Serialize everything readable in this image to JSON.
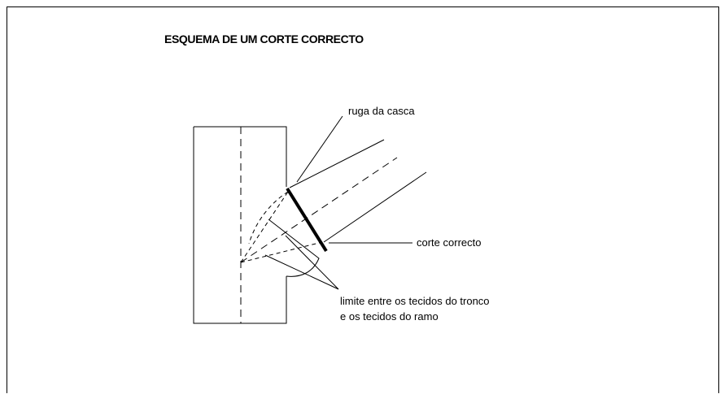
{
  "title": "ESQUEMA DE UM CORTE CORRECTO",
  "labels": {
    "bark_ridge": "ruga da casca",
    "correct_cut": "corte correcto",
    "limit_line1": "limite entre os tecidos do tronco",
    "limit_line2": "e os tecidos do ramo"
  },
  "colors": {
    "stroke": "#000000",
    "background": "#ffffff"
  }
}
